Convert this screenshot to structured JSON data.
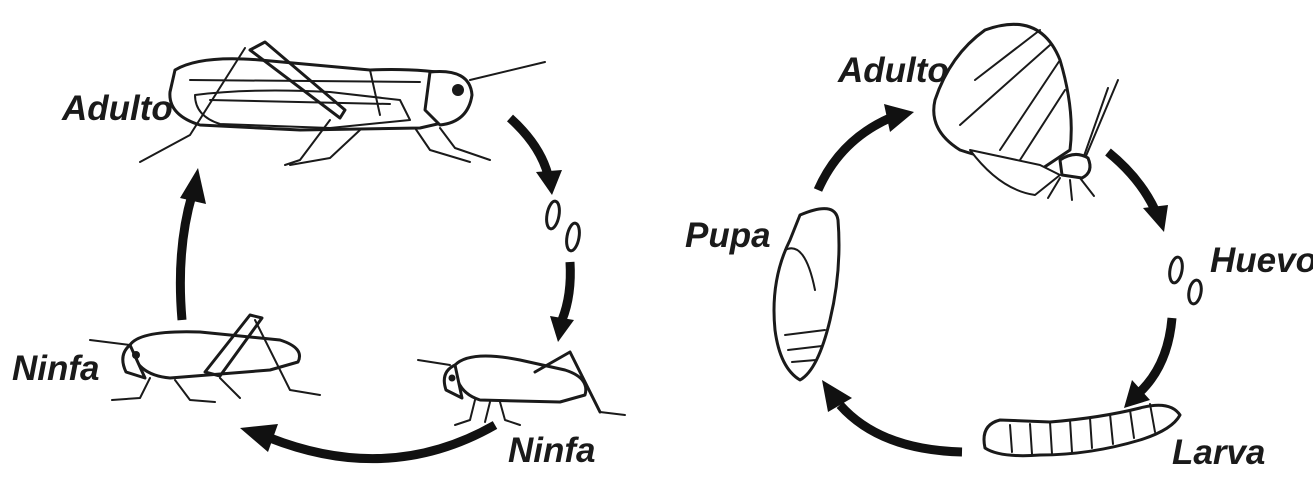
{
  "grasshopper_cycle": {
    "adult_label": "Adulto",
    "nymph_left_label": "Ninfa",
    "nymph_right_label": "Ninfa"
  },
  "butterfly_cycle": {
    "adult_label": "Adulto",
    "egg_label": "Huevo",
    "larva_label": "Larva",
    "pupa_label": "Pupa"
  }
}
